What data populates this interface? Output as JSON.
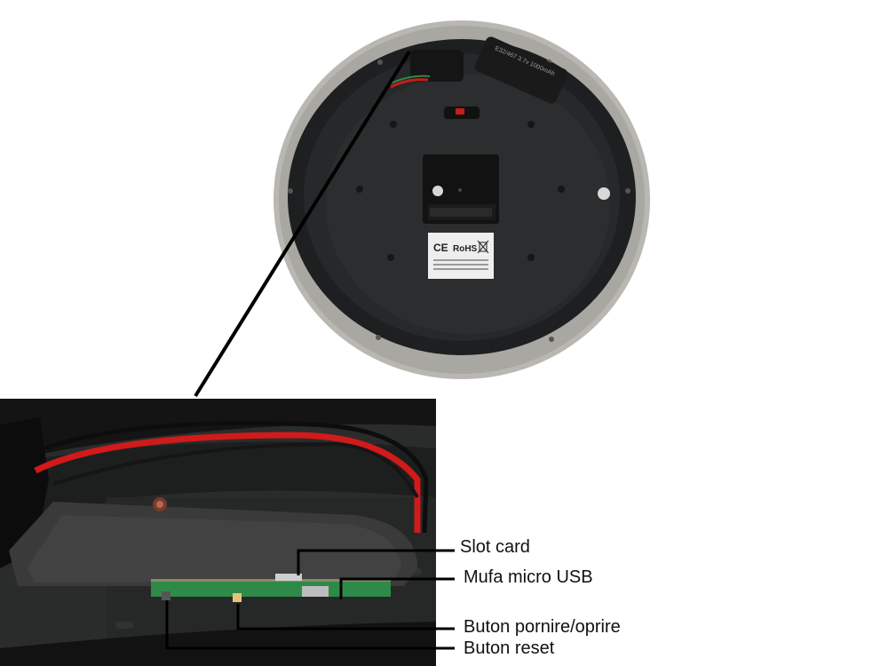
{
  "clock": {
    "ce_mark": "CE",
    "rohs_mark": "RoHS",
    "battery_text": "E32/467   3.7v   1000mAh"
  },
  "labels": [
    {
      "id": "slot-card",
      "text": "Slot card"
    },
    {
      "id": "micro-usb",
      "text": "Mufa micro USB"
    },
    {
      "id": "power-button",
      "text": "Buton pornire/oprire"
    },
    {
      "id": "reset-button",
      "text": "Buton reset"
    }
  ],
  "colors": {
    "background": "#ffffff",
    "clock_rim": "#b9b7b2",
    "clock_body": "#1d1f20",
    "wire_red": "#d11a1a",
    "wire_black": "#0d0d0d",
    "pcb_green": "#2f8a4a",
    "leader_line": "#000000"
  }
}
